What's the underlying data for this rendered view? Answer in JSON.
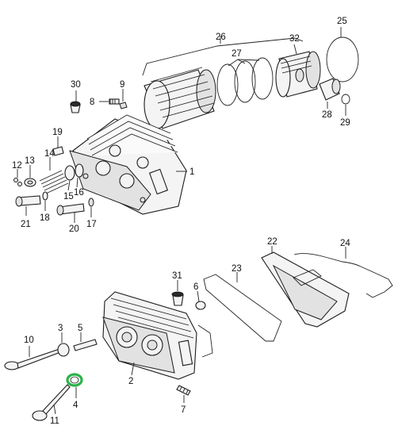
{
  "diagram": {
    "highlight_color": "#2bb34a",
    "labels": {
      "l1": "1",
      "l2": "2",
      "l3": "3",
      "l4": "4",
      "l5": "5",
      "l6": "6",
      "l7": "7",
      "l8": "8",
      "l9": "9",
      "l10": "10",
      "l11": "11",
      "l12": "12",
      "l13": "13",
      "l14": "14",
      "l15": "15",
      "l16": "16",
      "l17": "17",
      "l18": "18",
      "l19": "19",
      "l20": "20",
      "l21": "21",
      "l22": "22",
      "l23": "23",
      "l24": "24",
      "l25": "25",
      "l26": "26",
      "l27": "27",
      "l28": "28",
      "l29": "29",
      "l30": "30",
      "l31": "31",
      "l32": "32"
    }
  }
}
